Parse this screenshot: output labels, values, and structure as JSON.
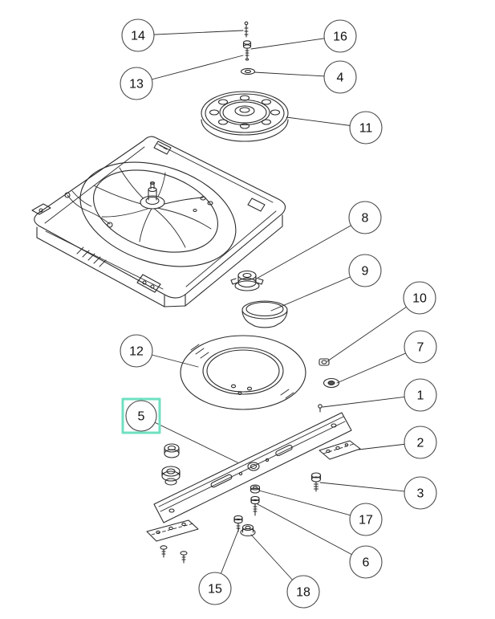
{
  "diagram": {
    "kind": "exploded-parts-diagram",
    "line_color": "#2b2b2b",
    "callout_stroke": "#4a4a4a",
    "highlight": {
      "color": "#6fe0c2",
      "highlighted_callout": "5"
    },
    "callouts": {
      "c14": {
        "label": "14"
      },
      "c13": {
        "label": "13"
      },
      "c16": {
        "label": "16"
      },
      "c4": {
        "label": "4"
      },
      "c11": {
        "label": "11"
      },
      "c8": {
        "label": "8"
      },
      "c9": {
        "label": "9"
      },
      "c10": {
        "label": "10"
      },
      "c7": {
        "label": "7"
      },
      "c1": {
        "label": "1"
      },
      "c12": {
        "label": "12"
      },
      "c5": {
        "label": "5"
      },
      "c2": {
        "label": "2"
      },
      "c3": {
        "label": "3"
      },
      "c17": {
        "label": "17"
      },
      "c6": {
        "label": "6"
      },
      "c15": {
        "label": "15"
      },
      "c18": {
        "label": "18"
      }
    }
  }
}
